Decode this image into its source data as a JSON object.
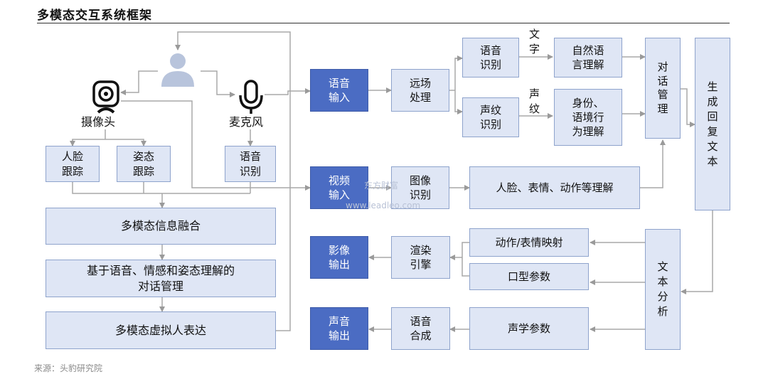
{
  "title": "多模态交互系统框架",
  "left": {
    "camera_label": "摄像头",
    "mic_label": "麦克风",
    "face_tracking": [
      "人脸",
      "跟踪"
    ],
    "pose_tracking": [
      "姿态",
      "跟踪"
    ],
    "speech_recog_left": [
      "语音",
      "识别"
    ],
    "fusion": "多模态信息融合",
    "dialog_mgmt": [
      "基于语音、情感和姿态理解的",
      "对话管理"
    ],
    "virtual_expr": "多模态虚拟人表达"
  },
  "middle": {
    "voice_input": [
      "语音",
      "输入"
    ],
    "video_input": [
      "视频",
      "输入"
    ],
    "image_output": [
      "影像",
      "输出"
    ],
    "sound_output": [
      "声音",
      "输出"
    ],
    "far_field": [
      "远场",
      "处理"
    ],
    "image_recog": [
      "图像",
      "识别"
    ],
    "render_engine": [
      "渲染",
      "引擎"
    ],
    "speech_synth": [
      "语音",
      "合成"
    ]
  },
  "right": {
    "speech_recog": [
      "语音",
      "识别"
    ],
    "voiceprint_recog": [
      "声纹",
      "识别"
    ],
    "label_text": [
      "文",
      "字"
    ],
    "label_voiceprint": [
      "声",
      "纹"
    ],
    "nlu": [
      "自然语",
      "言理解"
    ],
    "identity": [
      "身份、",
      "语境行",
      "为理解"
    ],
    "face_expr_action": "人脸、表情、动作等理解",
    "dialog_manager": [
      "对",
      "话",
      "管",
      "理"
    ],
    "generate_reply": [
      "生",
      "成",
      "回",
      "复",
      "文",
      "本"
    ],
    "action_mapping": "动作/表情映射",
    "mouth_params": "口型参数",
    "acoustic_params": "声学参数",
    "text_analysis": [
      "文",
      "本",
      "分",
      "析"
    ]
  },
  "source": "来源：头豹研究院",
  "watermark": [
    "东方财富",
    "www.leadleo.com"
  ],
  "colors": {
    "dark_box": "#4b6cc3",
    "light_box": "#dfe6f5",
    "arrow": "#a8a8a8"
  }
}
